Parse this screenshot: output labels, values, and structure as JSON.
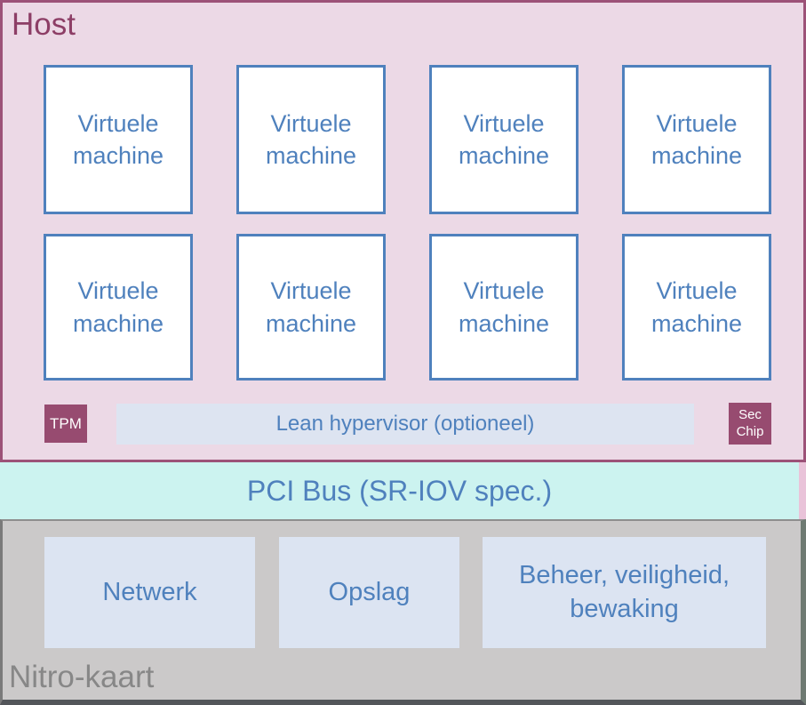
{
  "host": {
    "label": "Host",
    "vms": [
      {
        "label": "Virtuele machine"
      },
      {
        "label": "Virtuele machine"
      },
      {
        "label": "Virtuele machine"
      },
      {
        "label": "Virtuele machine"
      },
      {
        "label": "Virtuele machine"
      },
      {
        "label": "Virtuele machine"
      },
      {
        "label": "Virtuele machine"
      },
      {
        "label": "Virtuele machine"
      }
    ],
    "tpm_label": "TPM",
    "hypervisor_label": "Lean hypervisor (optioneel)",
    "sec_chip": {
      "line1": "Sec",
      "line2": "Chip"
    }
  },
  "pci_bus": {
    "label": "PCI Bus (SR-IOV spec.)"
  },
  "nitro_card": {
    "label": "Nitro-kaart",
    "modules": [
      {
        "label": "Netwerk"
      },
      {
        "label": "Opslag"
      },
      {
        "label": "Beheer, veiligheid, bewaking"
      }
    ]
  },
  "colors": {
    "host_bg": "#ecd9e6",
    "host_border": "#9c5278",
    "host_text": "#8d3e66",
    "vm_border": "#4f81bd",
    "vm_text": "#4f81bd",
    "chip_bg": "#974b70",
    "chip_text": "#ffffff",
    "hypervisor_bg": "#dde4f1",
    "pci_bg": "#ccf3f0",
    "nitro_bg": "#cbc9c9",
    "nitro_text": "#878787",
    "module_bg": "#dce4f2"
  }
}
